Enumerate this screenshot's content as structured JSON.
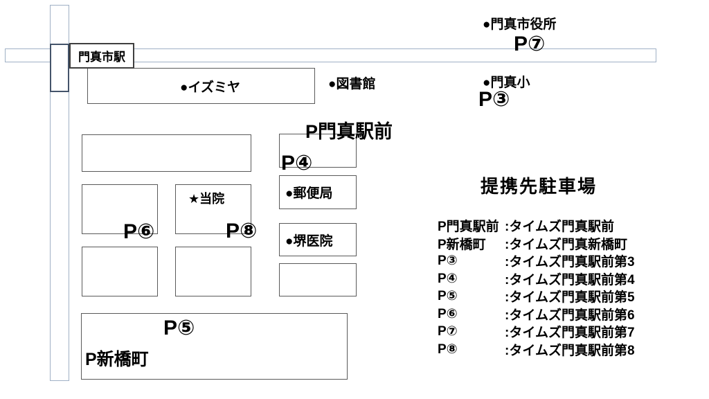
{
  "map": {
    "station": {
      "name": "門真市駅"
    },
    "places": {
      "city_hall": {
        "marker": "●",
        "name": "門真市役所"
      },
      "library": {
        "marker": "●",
        "name": "図書館"
      },
      "elementary": {
        "marker": "●",
        "name": "門真小"
      },
      "izumiya": {
        "marker": "●",
        "name": "イズミヤ"
      },
      "post_office": {
        "marker": "●",
        "name": "郵便局"
      },
      "sakai_clinic": {
        "marker": "●",
        "name": "堺医院"
      },
      "our_clinic": {
        "marker": "★",
        "name": "当院"
      }
    },
    "parking_labels": {
      "kadoma_ekimae": "P門真駅前",
      "shinbashicho": "P新橋町",
      "p3": "P③",
      "p4": "P④",
      "p5": "P⑤",
      "p6": "P⑥",
      "p7": "P⑦",
      "p8": "P⑧"
    }
  },
  "legend": {
    "title": "提携先駐車場",
    "rows": [
      {
        "label": "P門真駅前",
        "value": ":タイムズ門真駅前"
      },
      {
        "label": "P新橋町",
        "value": ":タイムズ門真新橋町"
      },
      {
        "label": "P③",
        "value": ":タイムズ門真駅前第3"
      },
      {
        "label": "P④",
        "value": ":タイムズ門真駅前第4"
      },
      {
        "label": "P⑤",
        "value": ":タイムズ門真駅前第5"
      },
      {
        "label": "P⑥",
        "value": ":タイムズ門真駅前第6"
      },
      {
        "label": "P⑦",
        "value": ":タイムズ門真駅前第7"
      },
      {
        "label": "P⑧",
        "value": ":タイムズ門真駅前第8"
      }
    ]
  },
  "colors": {
    "road_line": "#9fb0c5",
    "station_border": "#44546a",
    "block_border": "#595959",
    "text": "#000000",
    "background": "#ffffff"
  }
}
